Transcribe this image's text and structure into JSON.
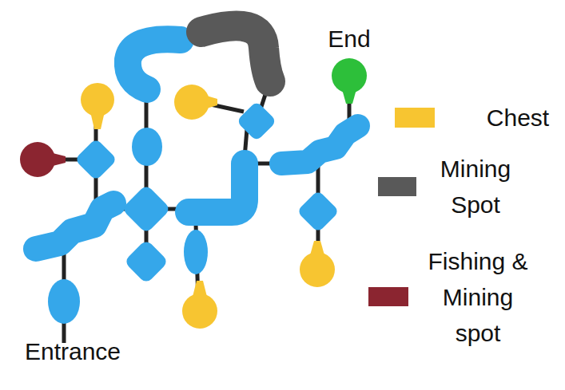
{
  "diagram": {
    "labels": [
      "End",
      "Entrance"
    ],
    "legend": [
      {
        "text": "Chest",
        "color": "#F7C531"
      },
      {
        "text": "Mining Spot",
        "color": "#595959"
      },
      {
        "text": "Fishing & Mining spot",
        "color": "#8B2530"
      }
    ]
  }
}
